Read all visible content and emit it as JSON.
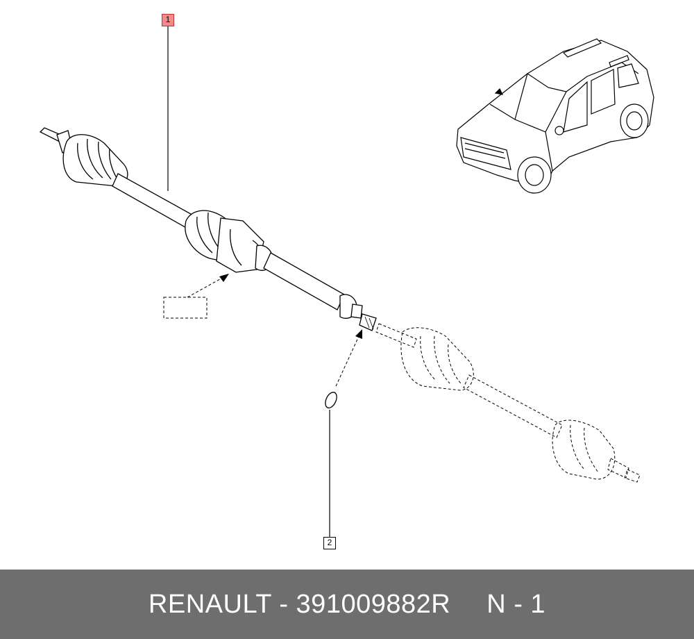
{
  "callouts": [
    {
      "label": "1",
      "highlighted": true,
      "color": "#f28c8c"
    },
    {
      "label": "2",
      "highlighted": false
    }
  ],
  "footer": {
    "text": "RENAULT - 391009882R",
    "suffix": "N - 1",
    "background": "#6e6e6e",
    "color": "#ffffff"
  }
}
